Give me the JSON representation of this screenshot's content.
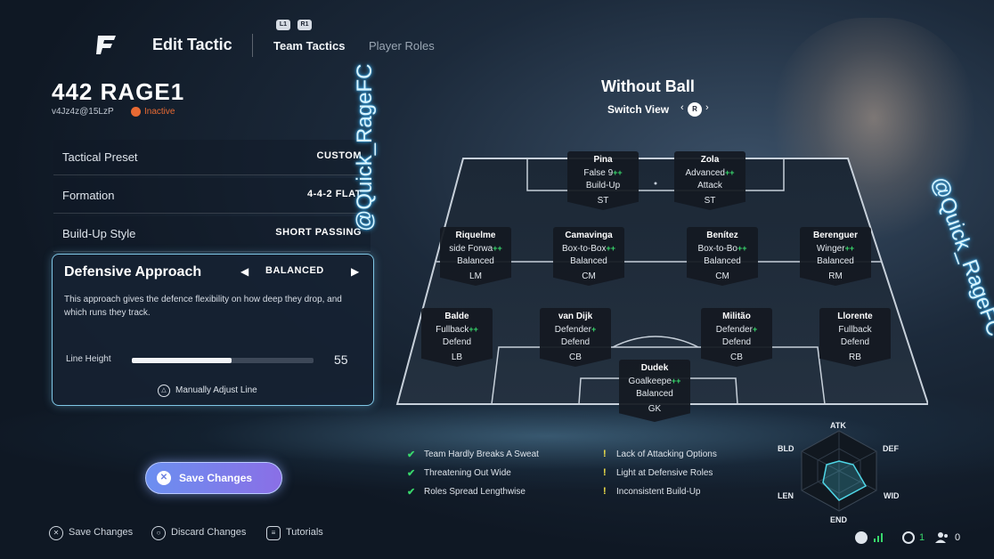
{
  "header": {
    "title": "Edit Tactic",
    "tabs": [
      {
        "label": "Team Tactics",
        "active": true
      },
      {
        "label": "Player Roles",
        "active": false
      }
    ],
    "bumper_left": "L1",
    "bumper_right": "R1"
  },
  "tactic": {
    "name": "442 RAGE1",
    "code": "v4Jz4z@15LzP",
    "status": "Inactive"
  },
  "settings": [
    {
      "label": "Tactical Preset",
      "value": "CUSTOM"
    },
    {
      "label": "Formation",
      "value": "4-4-2 FLAT"
    },
    {
      "label": "Build-Up Style",
      "value": "SHORT PASSING"
    }
  ],
  "defensive": {
    "title": "Defensive Approach",
    "value": "BALANCED",
    "description": "This approach gives the defence flexibility on how deep they drop, and which runs they track.",
    "line_height_label": "Line Height",
    "line_height_value": "55",
    "line_height_fraction": 0.55,
    "adjust_label": "Manually Adjust Line"
  },
  "save_button": "Save Changes",
  "footer": [
    {
      "icon": "cross-button-icon",
      "glyph": "✕",
      "label": "Save Changes"
    },
    {
      "icon": "circle-button-icon",
      "glyph": "○",
      "label": "Discard Changes"
    },
    {
      "icon": "options-button-icon",
      "glyph": "≡",
      "label": "Tutorials"
    }
  ],
  "view": {
    "title": "Without Ball",
    "switch_label": "Switch View",
    "switch_button": "R"
  },
  "players": [
    {
      "name": "Pina",
      "role": "False 9",
      "style": "Build-Up",
      "pos": "ST",
      "plus": true
    },
    {
      "name": "Zola",
      "role": "Advanced",
      "style": "Attack",
      "pos": "ST",
      "plus": true
    },
    {
      "name": "Riquelme",
      "role": "side Forwa",
      "style": "Balanced",
      "pos": "LM",
      "plus": true
    },
    {
      "name": "Camavinga",
      "role": "Box-to-Box",
      "style": "Balanced",
      "pos": "CM",
      "plus": true
    },
    {
      "name": "Benítez",
      "role": "Box-to-Bo",
      "style": "Balanced",
      "pos": "CM",
      "plus": true
    },
    {
      "name": "Berenguer",
      "role": "Winger",
      "style": "Balanced",
      "pos": "RM",
      "plus": true
    },
    {
      "name": "Balde",
      "role": "Fullback",
      "style": "Defend",
      "pos": "LB",
      "plus": true
    },
    {
      "name": "van Dijk",
      "role": "Defender",
      "style": "Defend",
      "pos": "CB",
      "plus": true
    },
    {
      "name": "Militão",
      "role": "Defender",
      "style": "Defend",
      "pos": "CB",
      "plus": true
    },
    {
      "name": "Llorente",
      "role": "Fullback",
      "style": "Defend",
      "pos": "RB",
      "plus": false
    },
    {
      "name": "Dudek",
      "role": "Goalkeepe",
      "style": "Balanced",
      "pos": "GK",
      "plus": true
    }
  ],
  "watermark": "@Quick_RageFC",
  "insights_positive": [
    "Team Hardly Breaks A Sweat",
    "Threatening Out Wide",
    "Roles Spread Lengthwise"
  ],
  "insights_warning": [
    "Lack of Attacking Options",
    "Light at Defensive Roles",
    "Inconsistent Build-Up"
  ],
  "radar": {
    "labels": [
      "ATK",
      "DEF",
      "WID",
      "END",
      "LEN",
      "BLD"
    ]
  },
  "status_bar": {
    "count_a": "1",
    "count_b": "0"
  },
  "colors": {
    "positive": "#38d66b",
    "warning": "#f2e24a",
    "accent": "#7fc7e6",
    "inactive": "#e86a33"
  }
}
